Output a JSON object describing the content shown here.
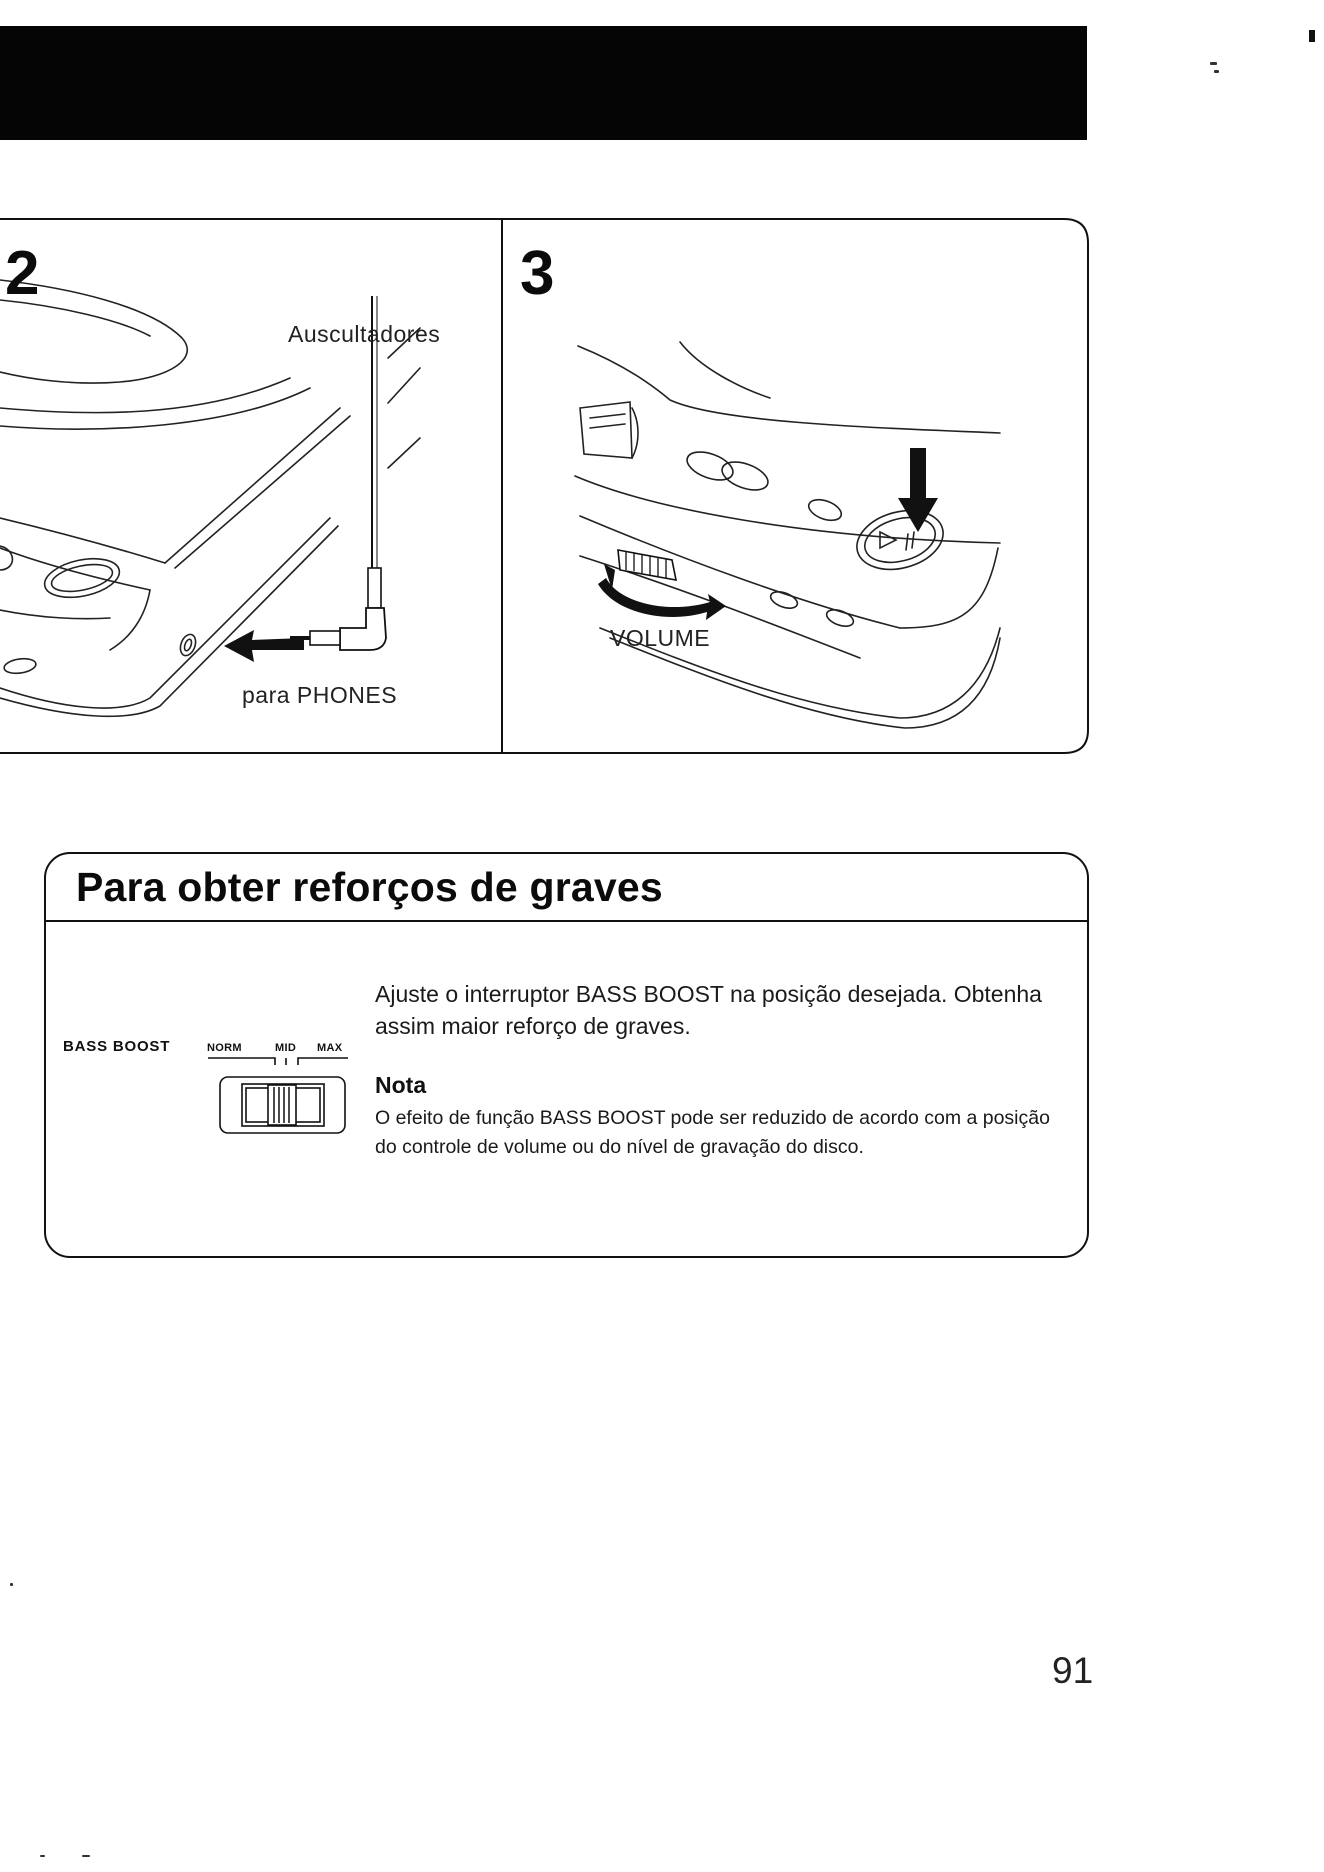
{
  "step2": {
    "number": "2",
    "label_headphones": "Auscultadores",
    "label_phones": "para PHONES"
  },
  "step3": {
    "number": "3",
    "label_volume": "VOLUME"
  },
  "bass": {
    "title": "Para obter reforços de graves",
    "switch_label": "BASS BOOST",
    "positions": [
      "NORM",
      "MID",
      "MAX"
    ],
    "selected_position": "MID",
    "description": "Ajuste o interruptor BASS BOOST na posição desejada. Obtenha assim maior reforço de graves.",
    "note_title": "Nota",
    "note_text": "O efeito de função BASS BOOST pode ser reduzido de acordo com a posição do controle de volume ou do nível de gravação do disco."
  },
  "page_number": "91"
}
